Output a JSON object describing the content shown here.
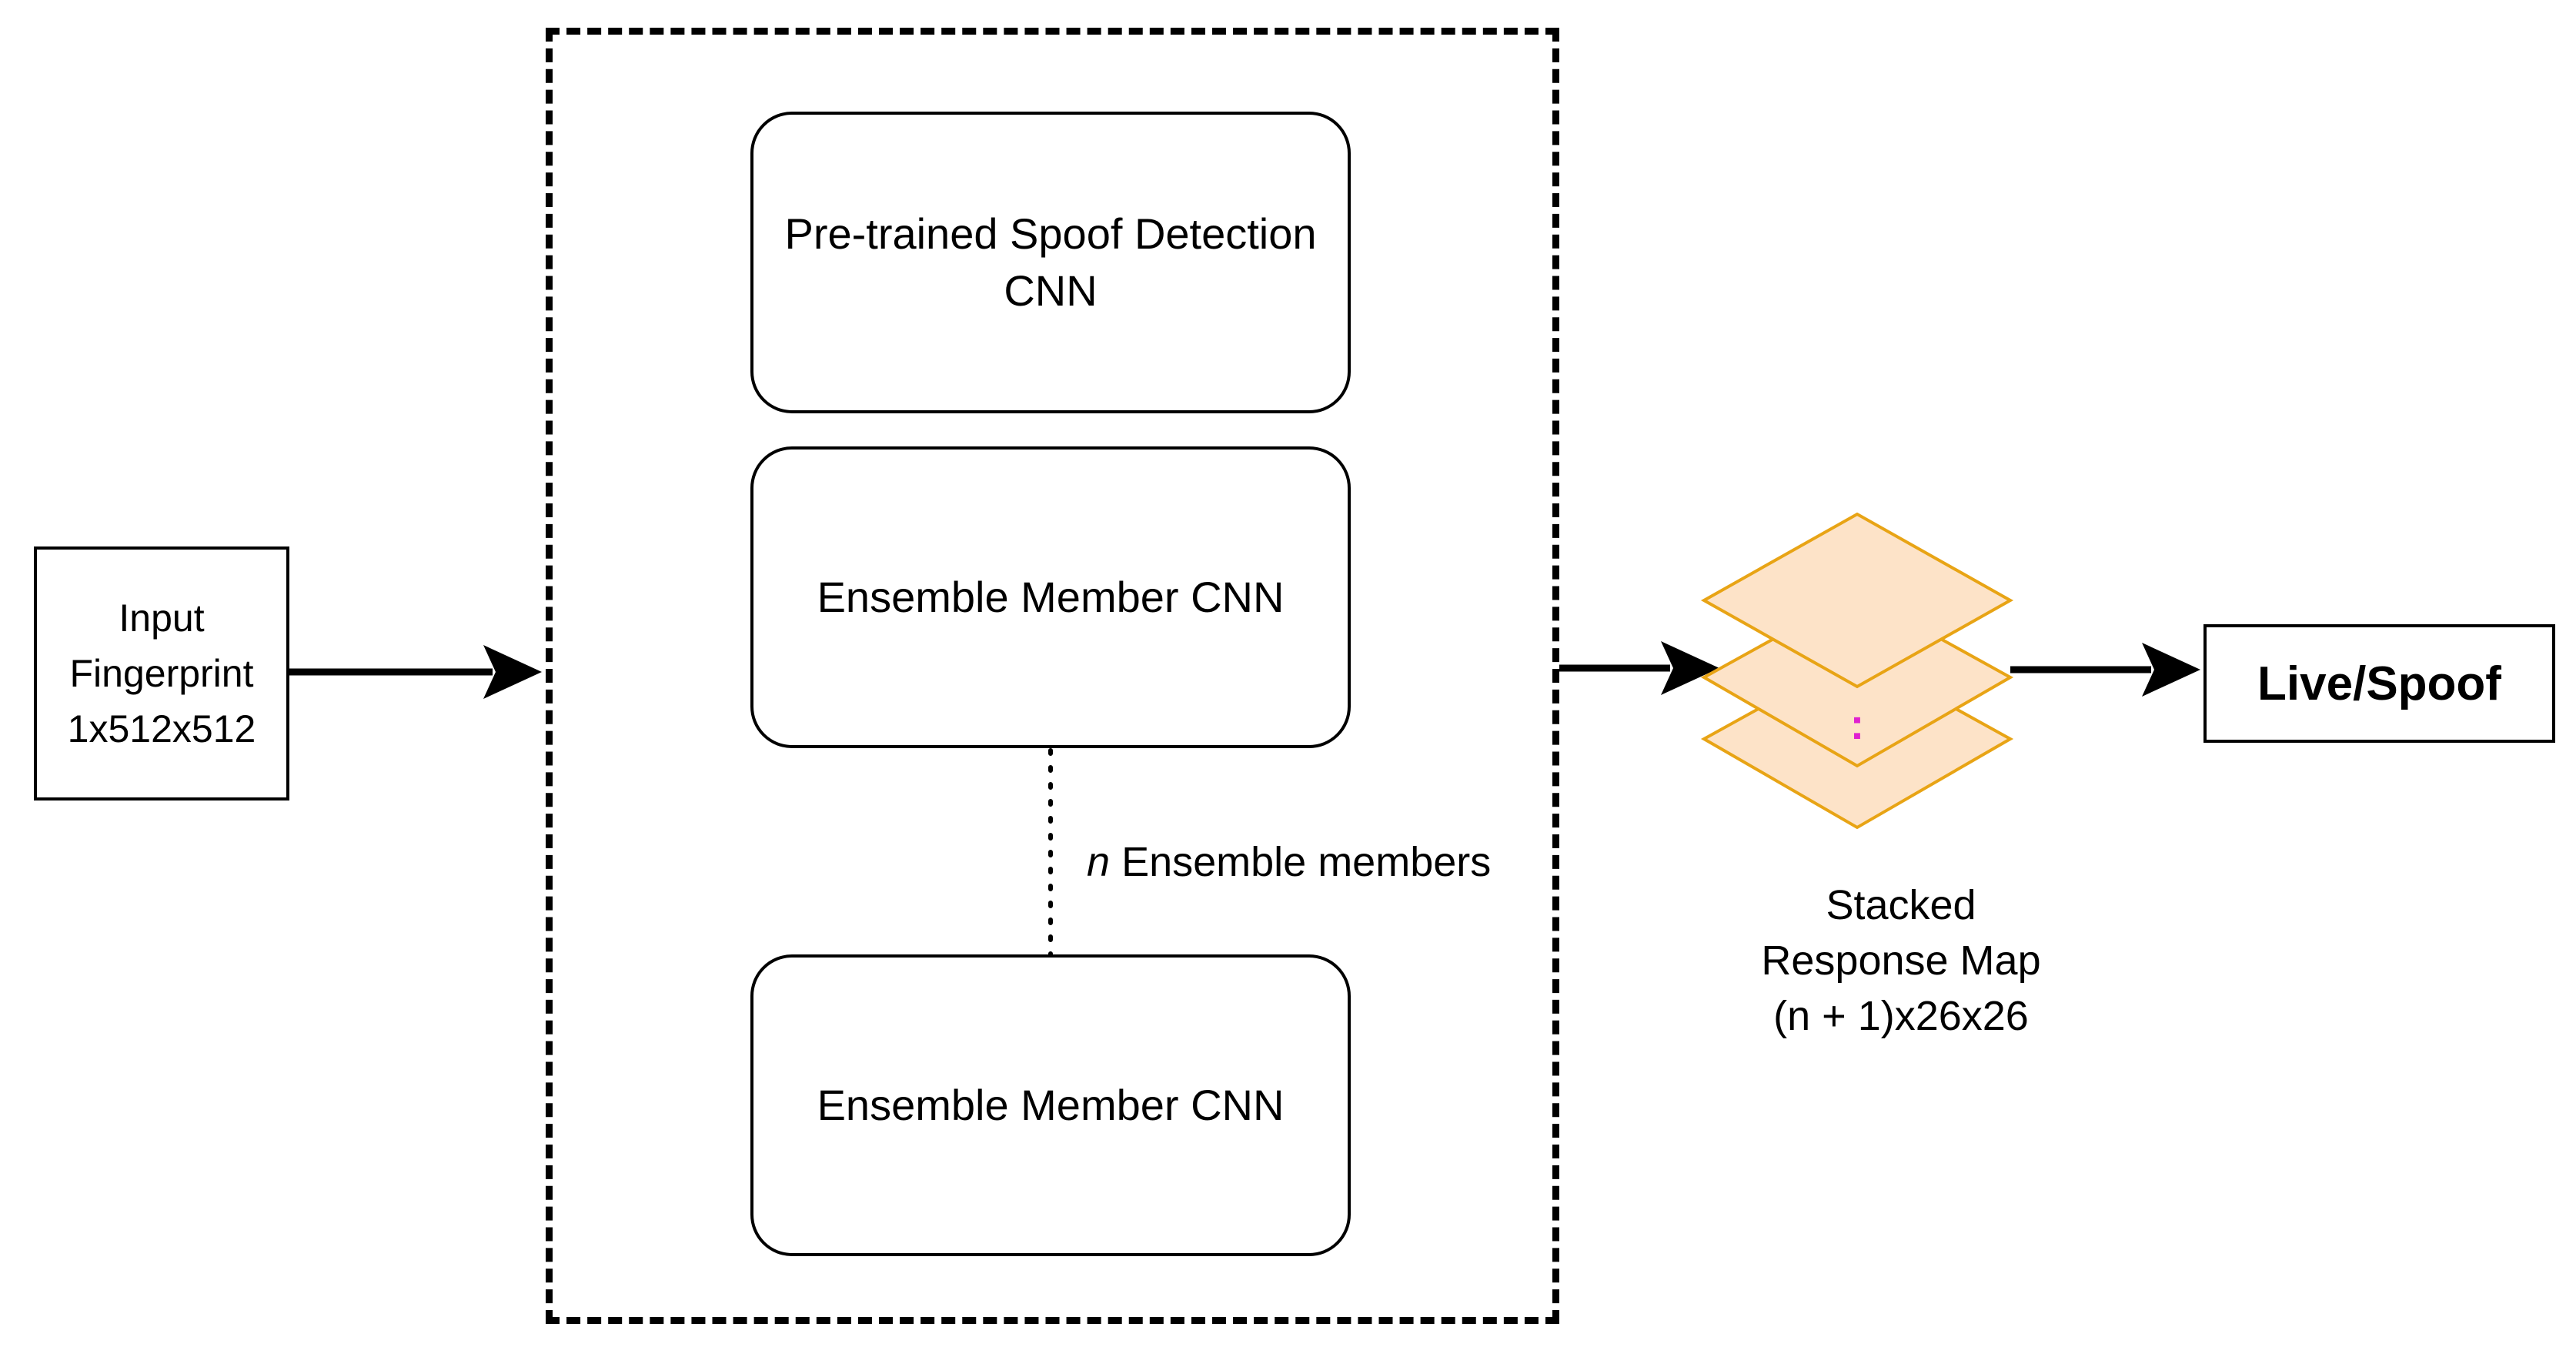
{
  "input": {
    "line1": "Input",
    "line2": "Fingerprint",
    "line3": "1x512x512"
  },
  "ensemble": {
    "pretrained_line1": "Pre-trained Spoof Detection",
    "pretrained_line2": "CNN",
    "member_top": "Ensemble Member CNN",
    "member_bottom": "Ensemble Member CNN",
    "n_symbol": "n",
    "n_text": "Ensemble members"
  },
  "stack": {
    "line1": "Stacked",
    "line2": "Response Map",
    "line3": "(n + 1)x26x26",
    "ellipsis": ":"
  },
  "output": {
    "label": "Live/Spoof"
  },
  "colors": {
    "layer_fill": "#fde3c8",
    "layer_stroke": "#e8a415",
    "ellipsis": "#e020d0"
  }
}
